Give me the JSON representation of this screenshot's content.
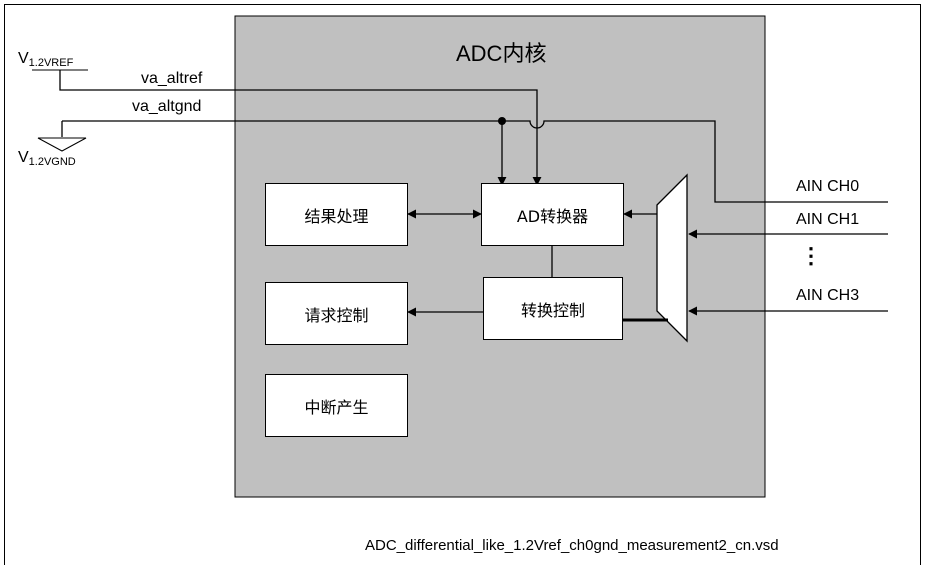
{
  "core": {
    "title": "ADC内核"
  },
  "vref": {
    "label_main": "V",
    "label_sub": "1.2VREF",
    "signal": "va_altref"
  },
  "vgnd": {
    "label_main": "V",
    "label_sub": "1.2VGND",
    "signal": "va_altgnd"
  },
  "blocks": {
    "result": "结果处理",
    "request": "请求控制",
    "interrupt": "中断产生",
    "ad_converter": "AD转换器",
    "conv_control": "转换控制"
  },
  "inputs": {
    "ch0": "AIN CH0",
    "ch1": "AIN CH1",
    "dots": "⋮",
    "ch3": "AIN CH3"
  },
  "filename": "ADC_differential_like_1.2Vref_ch0gnd_measurement2_cn.vsd",
  "colors": {
    "core_fill": "#c0c0c0",
    "line": "#000000",
    "background": "#ffffff"
  }
}
